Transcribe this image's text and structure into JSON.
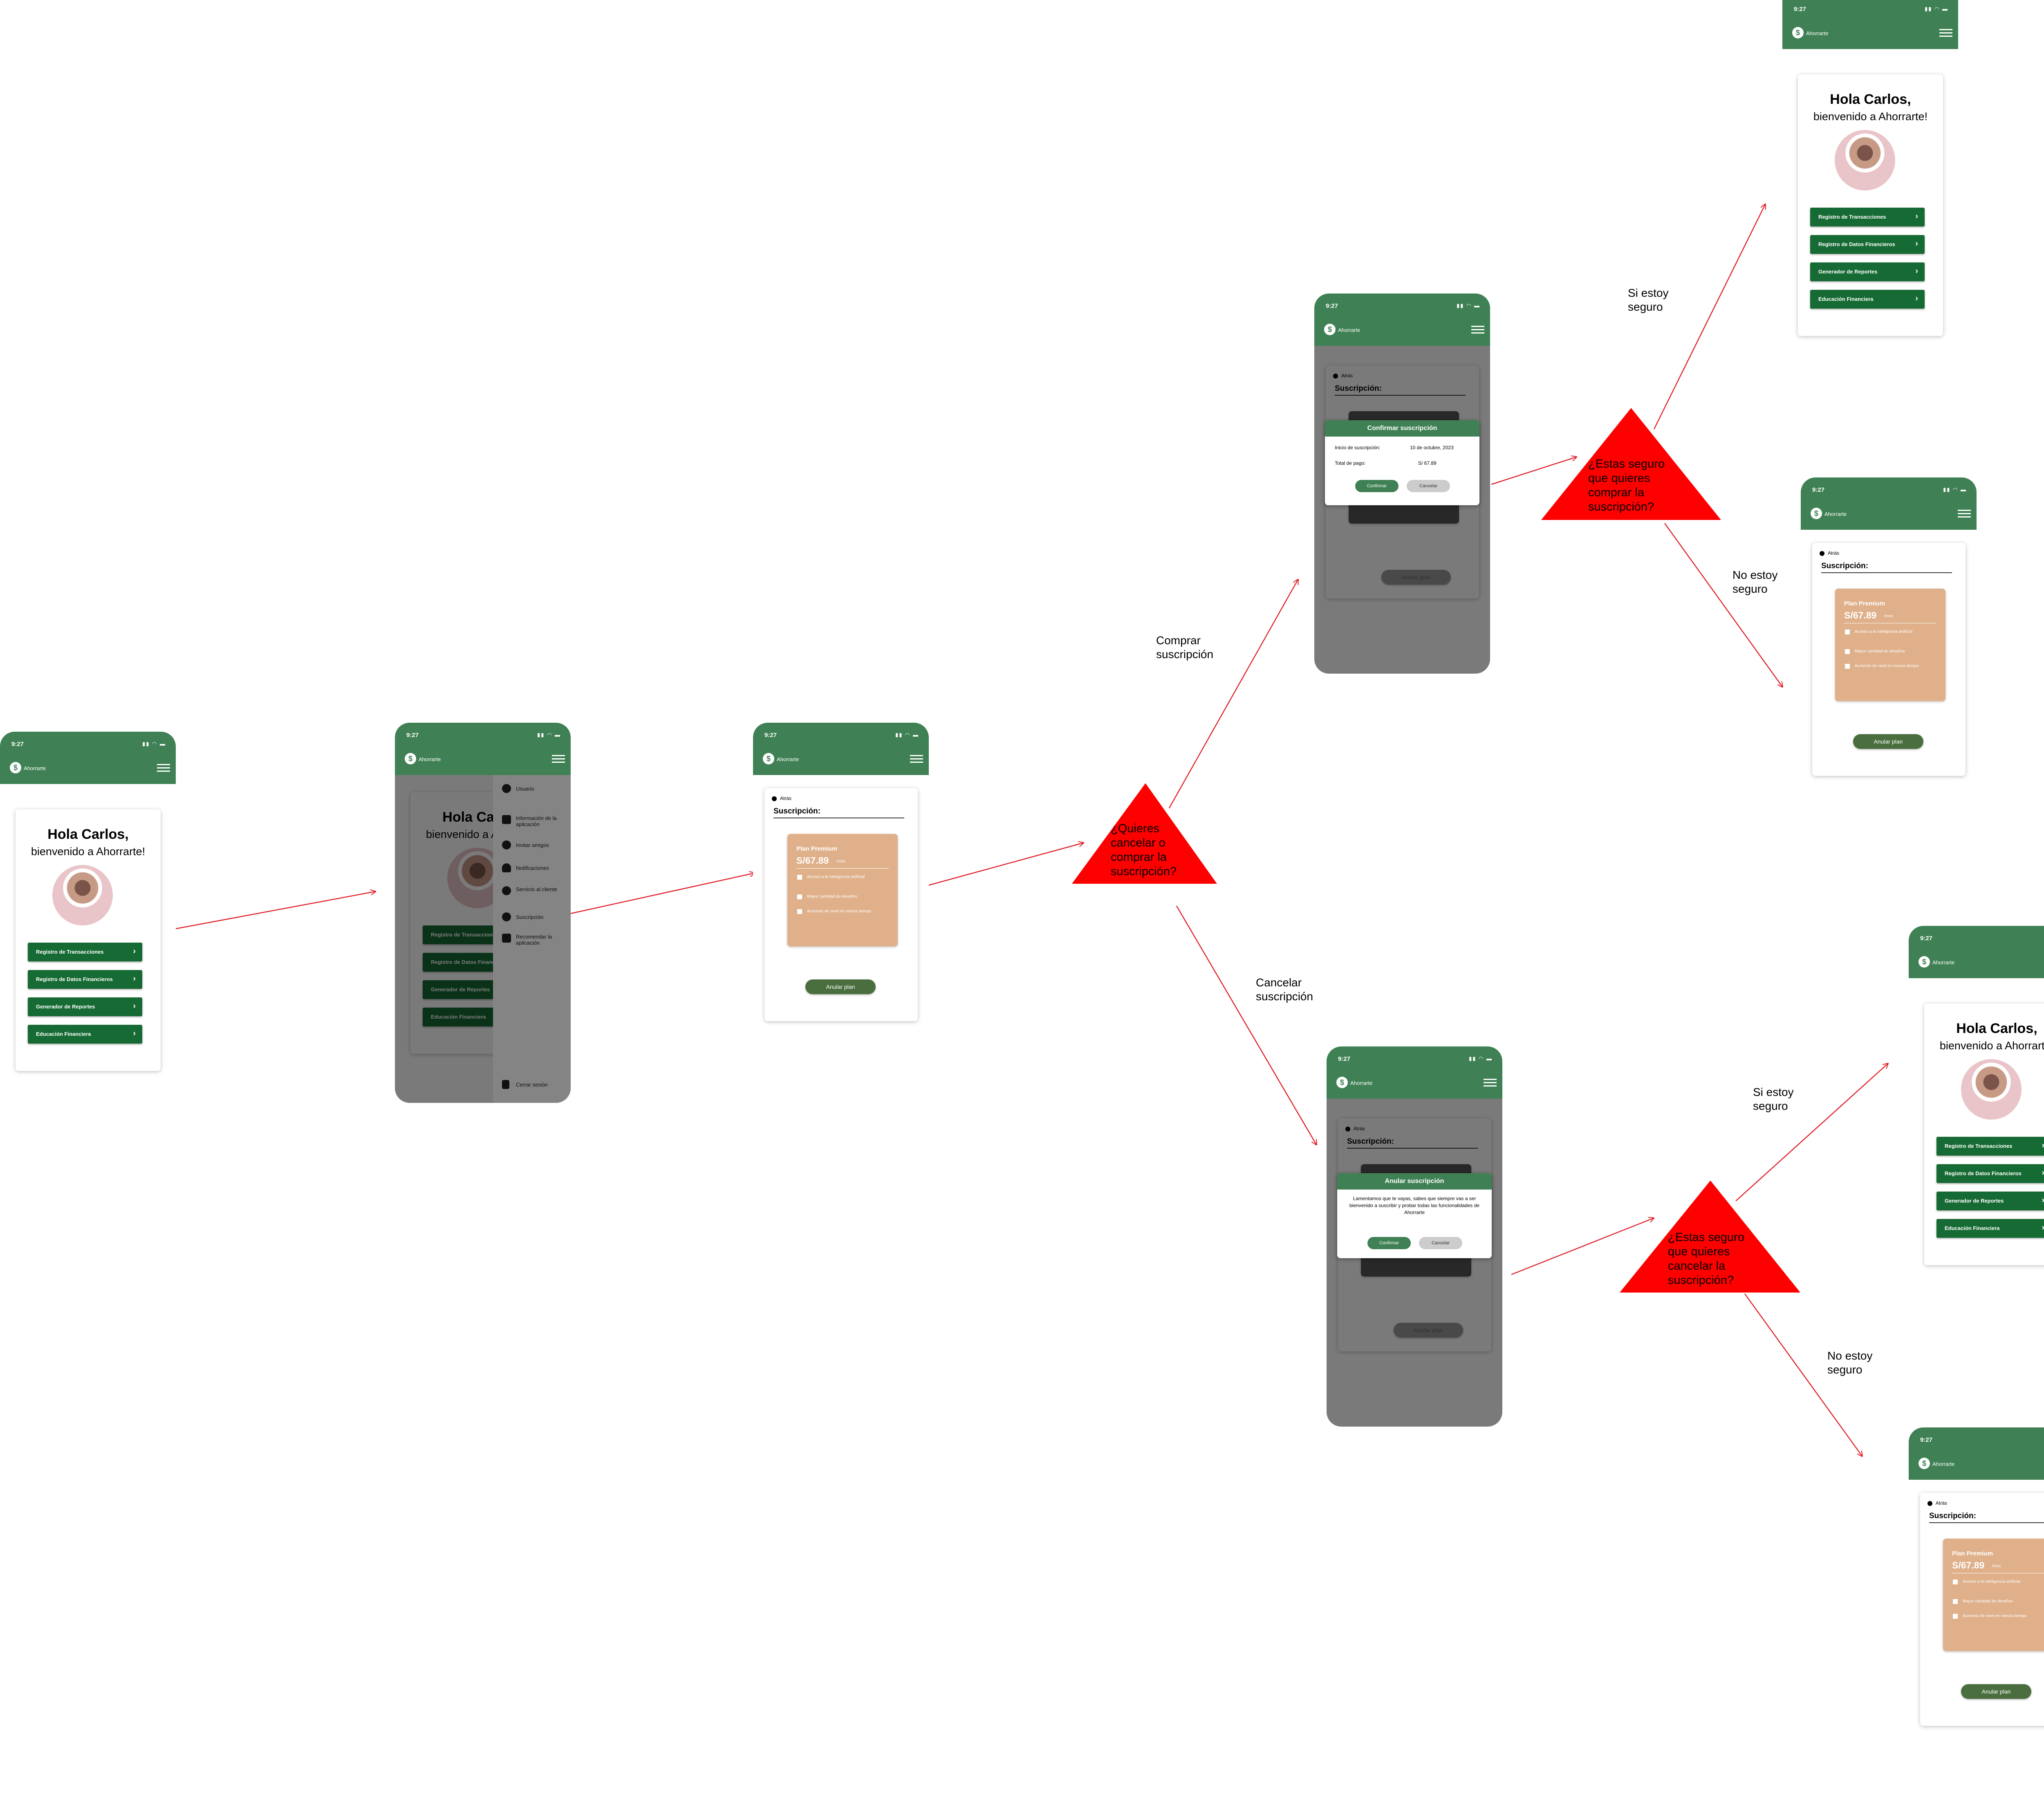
{
  "app": {
    "time": "9:27",
    "name": "Ahorrarte"
  },
  "home": {
    "greeting": "Hola Carlos,",
    "welcome": "bienvenido a Ahorrarte!",
    "buttons": [
      "Registro de Transacciones",
      "Registro de Datos Financieros",
      "Generador de Reportes",
      "Educación Financiera"
    ]
  },
  "side_menu": {
    "items": [
      "Usuario",
      "Información de la aplicación",
      "Invitar amigos",
      "Notificaciones",
      "Servicio al cliente",
      "Suscripción",
      "Recomendar la aplicación"
    ],
    "logout": "Cerrar sesión"
  },
  "subscription": {
    "back": "Atrás",
    "title": "Suscripción:",
    "plan_name": "Plan Premium",
    "plan_price": "S/67.89",
    "plan_period": "/mes",
    "features": [
      "Acceso a la inteligencia artificial",
      "Mayor cantidad de desafíos",
      "Aumento de nivel en menos tiempo"
    ],
    "cancel_plan": "Anular plan"
  },
  "confirm_dialog": {
    "title": "Confirmar suscripción",
    "start_label": "Inicio de suscripción:",
    "start_value": "10 de octubre, 2023",
    "total_label": "Total de pago:",
    "total_value": "S/ 67.89",
    "confirm": "Confirmar",
    "cancel": "Cancelar"
  },
  "cancel_dialog": {
    "title": "Anular suscripción",
    "message": "Lamentamos que te vayas, sabes que siempre vas a ser bienvenido a suscribir y probar todas las funcionalidades de Ahorrarte",
    "confirm": "Confirmar",
    "cancel": "Cancelar"
  },
  "flow": {
    "decision_main": "¿Quieres cancelar o comprar la suscripción?",
    "decision_buy": "¿Estas seguro que quieres comprar la suscripción?",
    "decision_cancel": "¿Estas seguro que quieres cancelar la suscripción?",
    "label_buy": "Comprar suscripción",
    "label_cancel": "Cancelar suscripción",
    "label_yes_1": "Si estoy seguro",
    "label_no_1": "No estoy seguro",
    "label_yes_2": "Si estoy seguro",
    "label_no_2": "No estoy seguro"
  },
  "colors": {
    "header": "#3f8154",
    "button": "#166a33",
    "plan": "#dfb08a",
    "arrow": "#e0202a",
    "decision": "#ff0000"
  }
}
